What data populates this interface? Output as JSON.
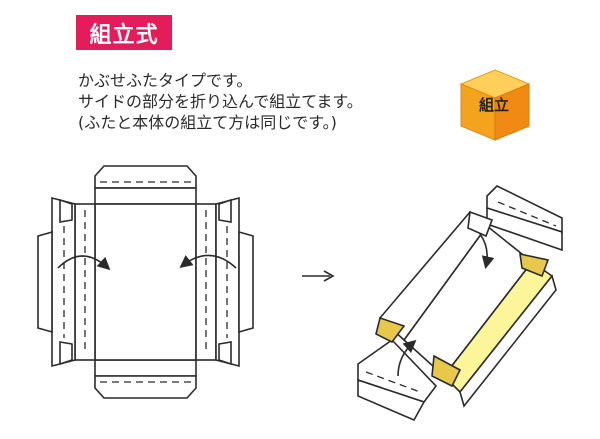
{
  "header": {
    "badge_label": "組立式"
  },
  "description": {
    "lines": [
      "かぶせふたタイプです。",
      "サイドの部分を折り込んで組立てます。",
      "(ふたと本体の組立て方は同じです。)"
    ]
  },
  "cube": {
    "label": "組立"
  },
  "colors": {
    "badge": "#e51c5c",
    "cube_top": "#ffcf5a",
    "cube_left": "#f4a31e",
    "cube_right": "#f08a14",
    "box_inner_wall": "#fdf59a",
    "flap_fill": "#e8c84a",
    "outline": "#2b2b2b"
  },
  "icons": {
    "process_arrow": "right-arrow-icon",
    "fold_arrow": "curved-fold-arrow-icon"
  }
}
